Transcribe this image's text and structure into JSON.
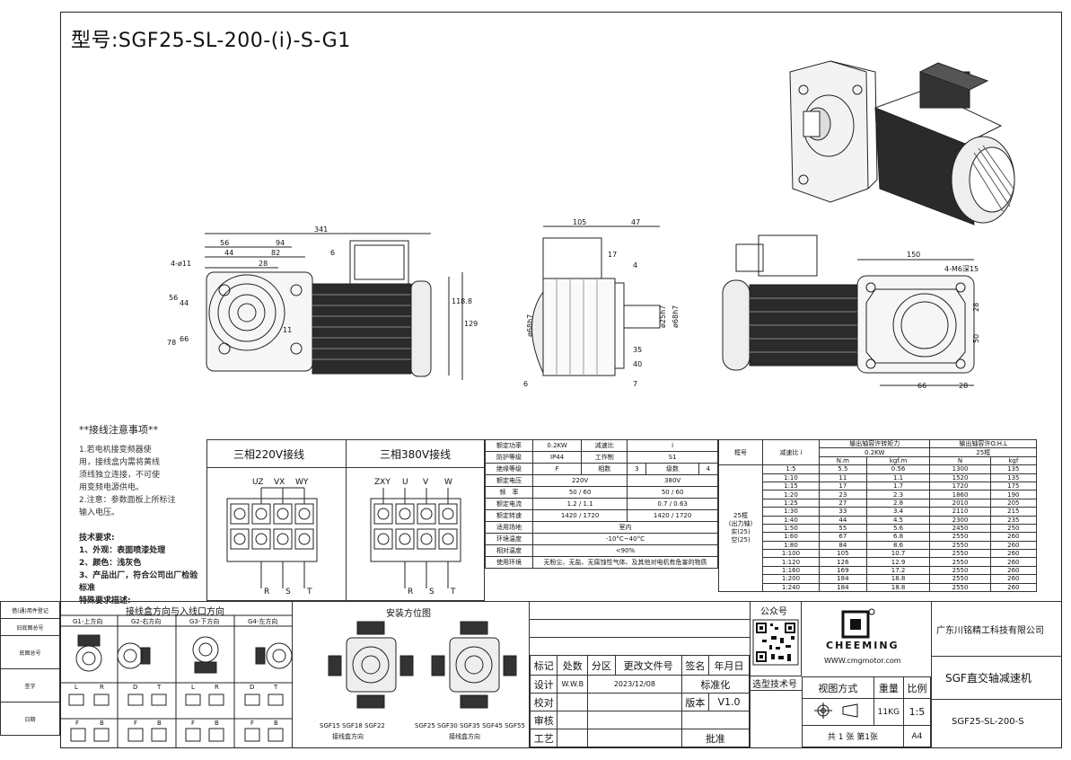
{
  "title": "型号:SGF25-SL-200-(i)-S-G1",
  "notes": {
    "heading": "**接线注意事项**",
    "lines": [
      "1.若电机接变频器使",
      "用，接线盒内需将黄线",
      "须线独立连接，不可使",
      "用变频电源供电。",
      "2.注意：参数面板上所标注",
      "输入电压。"
    ],
    "tech_heading": "技术要求:",
    "tech": [
      "1、外观：表面喷漆处理",
      "2、颜色：浅灰色",
      "3、产品出厂，符合公司出厂检验标准",
      "特殊要求描述:"
    ]
  },
  "wiring": {
    "t220": "三相220V接线",
    "t380": "三相380V接线",
    "labels220": [
      "UZ",
      "VX",
      "WY"
    ],
    "labels380": [
      "ZXY",
      "U",
      "V",
      "W"
    ],
    "rst": [
      "R",
      "S",
      "T"
    ]
  },
  "specs": [
    [
      "额定功率",
      "0.2KW",
      "减速比",
      "i"
    ],
    [
      "防护等级",
      "IP44",
      "工作制",
      "S1"
    ],
    [
      "绝缘等级",
      "F",
      "相数",
      "3",
      "级数",
      "4"
    ],
    [
      "额定电压",
      "220V",
      "380V"
    ],
    [
      "频　率",
      "50 / 60",
      "50 / 60"
    ],
    [
      "额定电流",
      "1.2 / 1.1",
      "0.7 / 0.63"
    ],
    [
      "额定转速",
      "1420 / 1720",
      "1420 / 1720"
    ],
    [
      "适用场地",
      "室内"
    ],
    [
      "环境温度",
      "-10°C~40°C"
    ],
    [
      "相对温度",
      "<90%"
    ],
    [
      "使用环境",
      "无粉尘、无盐、无腐蚀性气体、及其他对电机有危害的物质"
    ]
  ],
  "ratio_table": {
    "col_frame": "框号",
    "col_ratio": "减速比 i",
    "col_torque": "输出轴容许转矩力",
    "col_torque_sub": "0.2KW",
    "col_load": "输出轴容许O.H.L",
    "col_load_sub": "25框",
    "units": [
      "N.m",
      "kgf.m",
      "N",
      "kgf"
    ],
    "frame_label": [
      "25框",
      "(出力轴)",
      "实(25)",
      "空(25)"
    ],
    "rows": [
      [
        "1:5",
        "5.5",
        "0.56",
        "1300",
        "135"
      ],
      [
        "1:10",
        "11",
        "1.1",
        "1520",
        "135"
      ],
      [
        "1:15",
        "17",
        "1.7",
        "1720",
        "175"
      ],
      [
        "1:20",
        "23",
        "2.3",
        "1860",
        "190"
      ],
      [
        "1:25",
        "27",
        "2.8",
        "2010",
        "205"
      ],
      [
        "1:30",
        "33",
        "3.4",
        "2110",
        "215"
      ],
      [
        "1:40",
        "44",
        "4.5",
        "2300",
        "235"
      ],
      [
        "1:50",
        "55",
        "5.6",
        "2450",
        "250"
      ],
      [
        "1:60",
        "67",
        "6.8",
        "2550",
        "260"
      ],
      [
        "1:80",
        "84",
        "8.6",
        "2550",
        "260"
      ],
      [
        "1:100",
        "105",
        "10.7",
        "2550",
        "260"
      ],
      [
        "1:120",
        "126",
        "12.9",
        "2550",
        "260"
      ],
      [
        "1:160",
        "169",
        "17.2",
        "2550",
        "260"
      ],
      [
        "1:200",
        "184",
        "18.8",
        "2550",
        "260"
      ],
      [
        "1:240",
        "184",
        "18.8",
        "2550",
        "260"
      ]
    ]
  },
  "junction": {
    "title": "接线盒方向与入线口方向",
    "dirs": [
      "G1-上方向",
      "G2-右方向",
      "G3-下方向",
      "G4-左方向"
    ],
    "sub": [
      "L",
      "R",
      "D",
      "T",
      "L",
      "R",
      "D",
      "T"
    ],
    "fb": [
      "F",
      "B",
      "F",
      "B",
      "F",
      "B",
      "F",
      "B"
    ]
  },
  "install": {
    "title": "安装方位图",
    "left_caption": "SGF15 SGF18 SGF22",
    "right_caption": "SGF25 SGF30 SGF35 SGF45 SGF55",
    "sub_caption": "接线盒方向"
  },
  "sidebar": [
    "借(通)用件登记",
    "旧底图总号",
    "底图总号",
    "签字",
    "日期"
  ],
  "titleblock": {
    "public_no": "公众号",
    "logo": "CHEEMING",
    "website": "WWW.cmgmotor.com",
    "select_no": "选型技术号",
    "company": "广东川铭精工科技有限公司",
    "product": "SGF直交轴减速机",
    "view": "视图方式",
    "weight": "重量",
    "scale": "比例",
    "weight_val": "11KG",
    "scale_val": "1:5",
    "sheets": "共 1 张  第1张",
    "size": "A4",
    "model": "SGF25-SL-200-S",
    "rev_headers": [
      "标记",
      "处数",
      "分区",
      "更改文件号",
      "签名",
      "年月日"
    ],
    "design": "设计",
    "designer": "W.W.B",
    "date": "2023/12/08",
    "standard": "标准化",
    "check": "校对",
    "version_label": "版本",
    "version": "V1.0",
    "review": "审核",
    "process": "工艺",
    "approve": "批准"
  },
  "dims": {
    "side": [
      "341",
      "56",
      "94",
      "44",
      "82",
      "28",
      "6",
      "4-ø11",
      "56",
      "44",
      "78",
      "66",
      "118.8",
      "129",
      "11"
    ],
    "front": [
      "105",
      "47",
      "17",
      "4",
      "ø68h7",
      "ø25h7",
      "ø68h7",
      "35",
      "40",
      "6",
      "7"
    ],
    "rear": [
      "150",
      "4-M6深15",
      "28",
      "50",
      "66",
      "28"
    ]
  }
}
